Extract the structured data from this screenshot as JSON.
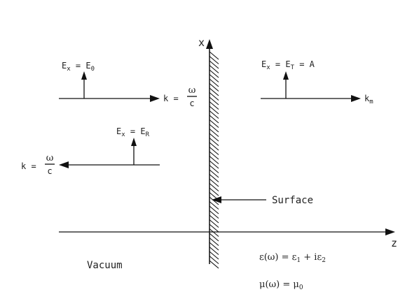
{
  "axes": {
    "x_label": "x",
    "z_label": "z"
  },
  "incident": {
    "field_main": "E",
    "field_sub": "x",
    "field_eq": " = E",
    "field_eq_sub": "0",
    "k_left": "k = ",
    "k_num": "ω",
    "k_den": "c"
  },
  "reflected": {
    "field_main": "E",
    "field_sub": "x",
    "field_eq": " = E",
    "field_eq_sub": "R",
    "k_left": "k = ",
    "k_num": "ω",
    "k_den": "c"
  },
  "transmitted": {
    "field_main": "E",
    "field_sub": "x",
    "field_eq": " = E",
    "field_eq_sub": "T",
    "field_tail": " = A",
    "k_main": "k",
    "k_sub": "m"
  },
  "surface_label": "Surface",
  "vacuum_label": "Vacuum",
  "medium": {
    "epsilon_lhs": "ε(ω)",
    "epsilon_eq": " = ε",
    "epsilon_sub1": "1",
    "epsilon_mid": " + iε",
    "epsilon_sub2": "2",
    "mu_lhs": "μ(ω)",
    "mu_eq": " = μ",
    "mu_sub": "0"
  }
}
